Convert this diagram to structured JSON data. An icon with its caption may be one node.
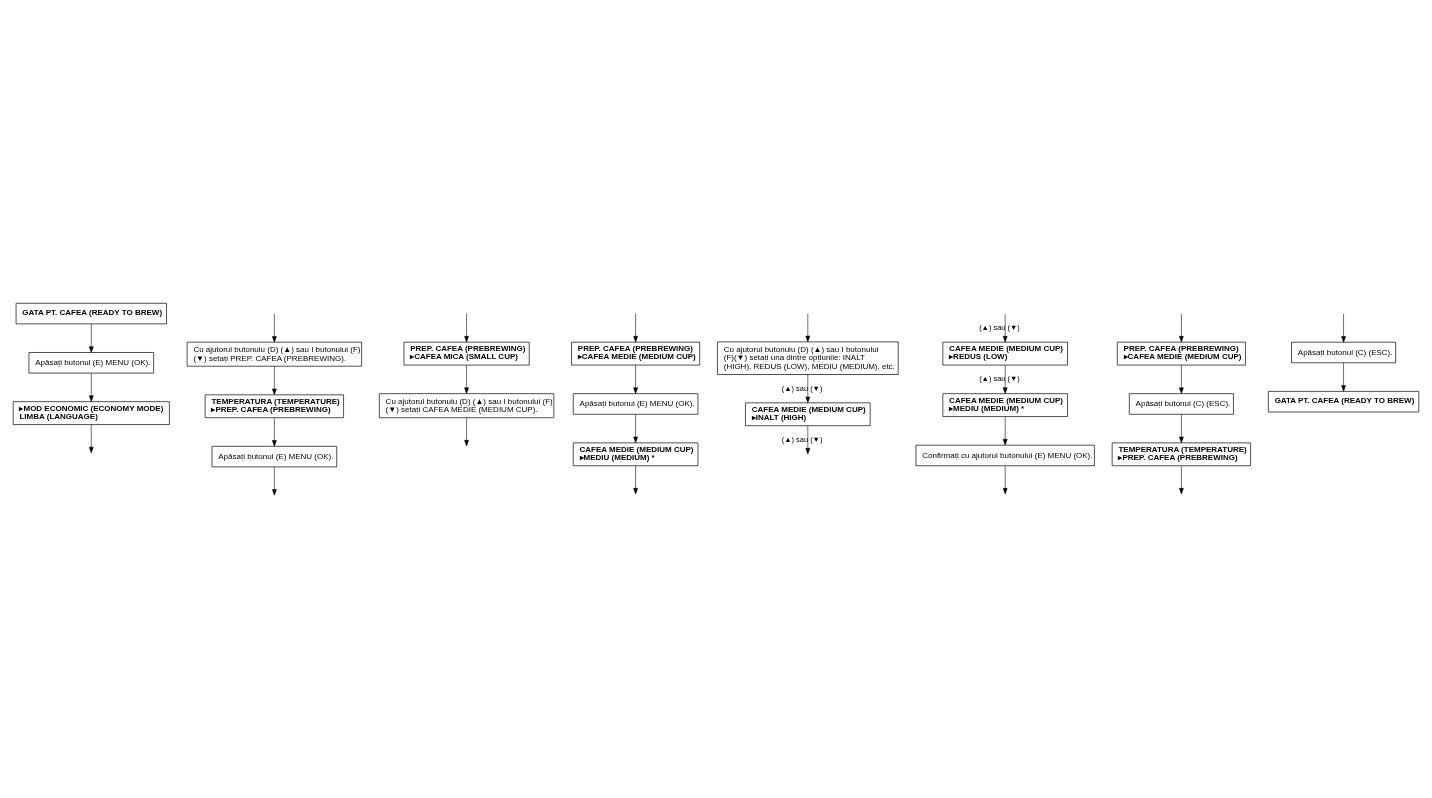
{
  "diagram": {
    "nodes": [
      {
        "text": [
          "GATA PT. CAFEA (READY TO BREW)"
        ]
      },
      {
        "text": [
          "Apăsați butonul (E) MENU (OK)."
        ]
      },
      {
        "text": [
          "▸MOD ECONOMIC (ECONOMY MODE)",
          "LIMBA (LANGUAGE)"
        ]
      },
      {
        "text": [
          "Cu ajutorul butonulu (D) (▲) sau I butonului (F) (▼) setați PREP. CAFEA (PREBREWING)."
        ]
      },
      {
        "text": [
          "TEMPERATURA (TEMPERATURE)",
          "▸PREP. CAFEA (PREBREWING)"
        ]
      },
      {
        "text": [
          "Apăsați butonul (E) MENU (OK)."
        ]
      },
      {
        "text": [
          "PREP. CAFEA (PREBREWING)",
          "▸CAFEA MICA (SMALL CUP)"
        ]
      },
      {
        "text": [
          "Cu ajutorul butonulu (D) (▲) sau I butonului (F) (▼) setați CAFEA MEDIE (MEDIUM CUP)."
        ]
      },
      {
        "text": [
          "PREP. CAFEA (PREBREWING)",
          "▸CAFEA MEDIE (MEDIUM CUP)"
        ]
      },
      {
        "text": [
          "Apăsați butonul (E) MENU (OK)."
        ]
      },
      {
        "text": [
          "CAFEA MEDIE (MEDIUM CUP)",
          "▸MEDIU (MEDIUM) *"
        ]
      },
      {
        "text": [
          "Cu ajutorul butonulu (D) (▲) sau I butonului (F)(▼) setați una dintre opțiunile: INALT (HIGH), REDUS (LOW), MEDIU (MEDIUM), etc."
        ]
      },
      {
        "text": [
          "CAFEA MEDIE (MEDIUM CUP)",
          "▸INALT (HIGH)"
        ]
      },
      {
        "text": [
          "CAFEA MEDIE (MEDIUM CUP)",
          "▸REDUS (LOW)"
        ]
      },
      {
        "text": [
          "CAFEA MEDIE (MEDIUM CUP)",
          "▸MEDIU (MEDIUM) *"
        ]
      },
      {
        "text": [
          "Confirmați cu ajutorul butonului (E) MENU (OK)."
        ]
      },
      {
        "text": [
          "PREP. CAFEA (PREBREWING)",
          "▸CAFEA MEDIE (MEDIUM CUP)"
        ]
      },
      {
        "text": [
          "Apăsați butonul (C) (ESC)."
        ]
      },
      {
        "text": [
          "TEMPERATURA (TEMPERATURE)",
          "▸PREP. CAFEA (PREBREWING)"
        ]
      },
      {
        "text": [
          "Apăsați butonul (C) (ESC)."
        ]
      },
      {
        "text": [
          "GATA PT. CAFEA (READY TO BREW)"
        ]
      }
    ],
    "edges": [
      {
        "from": 0,
        "to": 1,
        "arrow": "to"
      },
      {
        "from": 1,
        "to": 2,
        "arrow": "to"
      },
      {
        "from": 2,
        "to": null,
        "arrow": "to"
      },
      {
        "from": null,
        "to": 3,
        "arrow": "to"
      },
      {
        "from": 3,
        "to": 4,
        "arrow": "to"
      },
      {
        "from": 4,
        "to": 5,
        "arrow": "to"
      },
      {
        "from": 5,
        "to": null,
        "arrow": "to"
      },
      {
        "from": null,
        "to": 6,
        "arrow": "to"
      },
      {
        "from": 6,
        "to": 7,
        "arrow": "to"
      },
      {
        "from": 7,
        "to": null,
        "arrow": "to"
      },
      {
        "from": null,
        "to": 8,
        "arrow": "to"
      },
      {
        "from": 8,
        "to": 9,
        "arrow": "to"
      },
      {
        "from": 9,
        "to": 10,
        "arrow": "to"
      },
      {
        "from": 10,
        "to": null,
        "arrow": "to"
      },
      {
        "from": null,
        "to": 11,
        "arrow": "to"
      },
      {
        "from": 11,
        "to": 12,
        "arrow": "to",
        "label": "(▲) sau (▼)"
      },
      {
        "from": 12,
        "to": null,
        "arrow": "to",
        "label": "(▲) sau (▼)"
      },
      {
        "from": null,
        "to": 13,
        "arrow": "to",
        "label": "(▲) sau (▼)"
      },
      {
        "from": 13,
        "to": 14,
        "arrow": "to",
        "label": "(▲) sau (▼)"
      },
      {
        "from": 14,
        "to": 15,
        "arrow": "to"
      },
      {
        "from": 15,
        "to": null,
        "arrow": "to"
      },
      {
        "from": null,
        "to": 16,
        "arrow": "to"
      },
      {
        "from": 16,
        "to": 17,
        "arrow": "to"
      },
      {
        "from": 17,
        "to": 18,
        "arrow": "to"
      },
      {
        "from": 18,
        "to": null,
        "arrow": "to"
      },
      {
        "from": null,
        "to": 19,
        "arrow": "to"
      },
      {
        "from": 19,
        "to": 20,
        "arrow": "to"
      }
    ]
  }
}
